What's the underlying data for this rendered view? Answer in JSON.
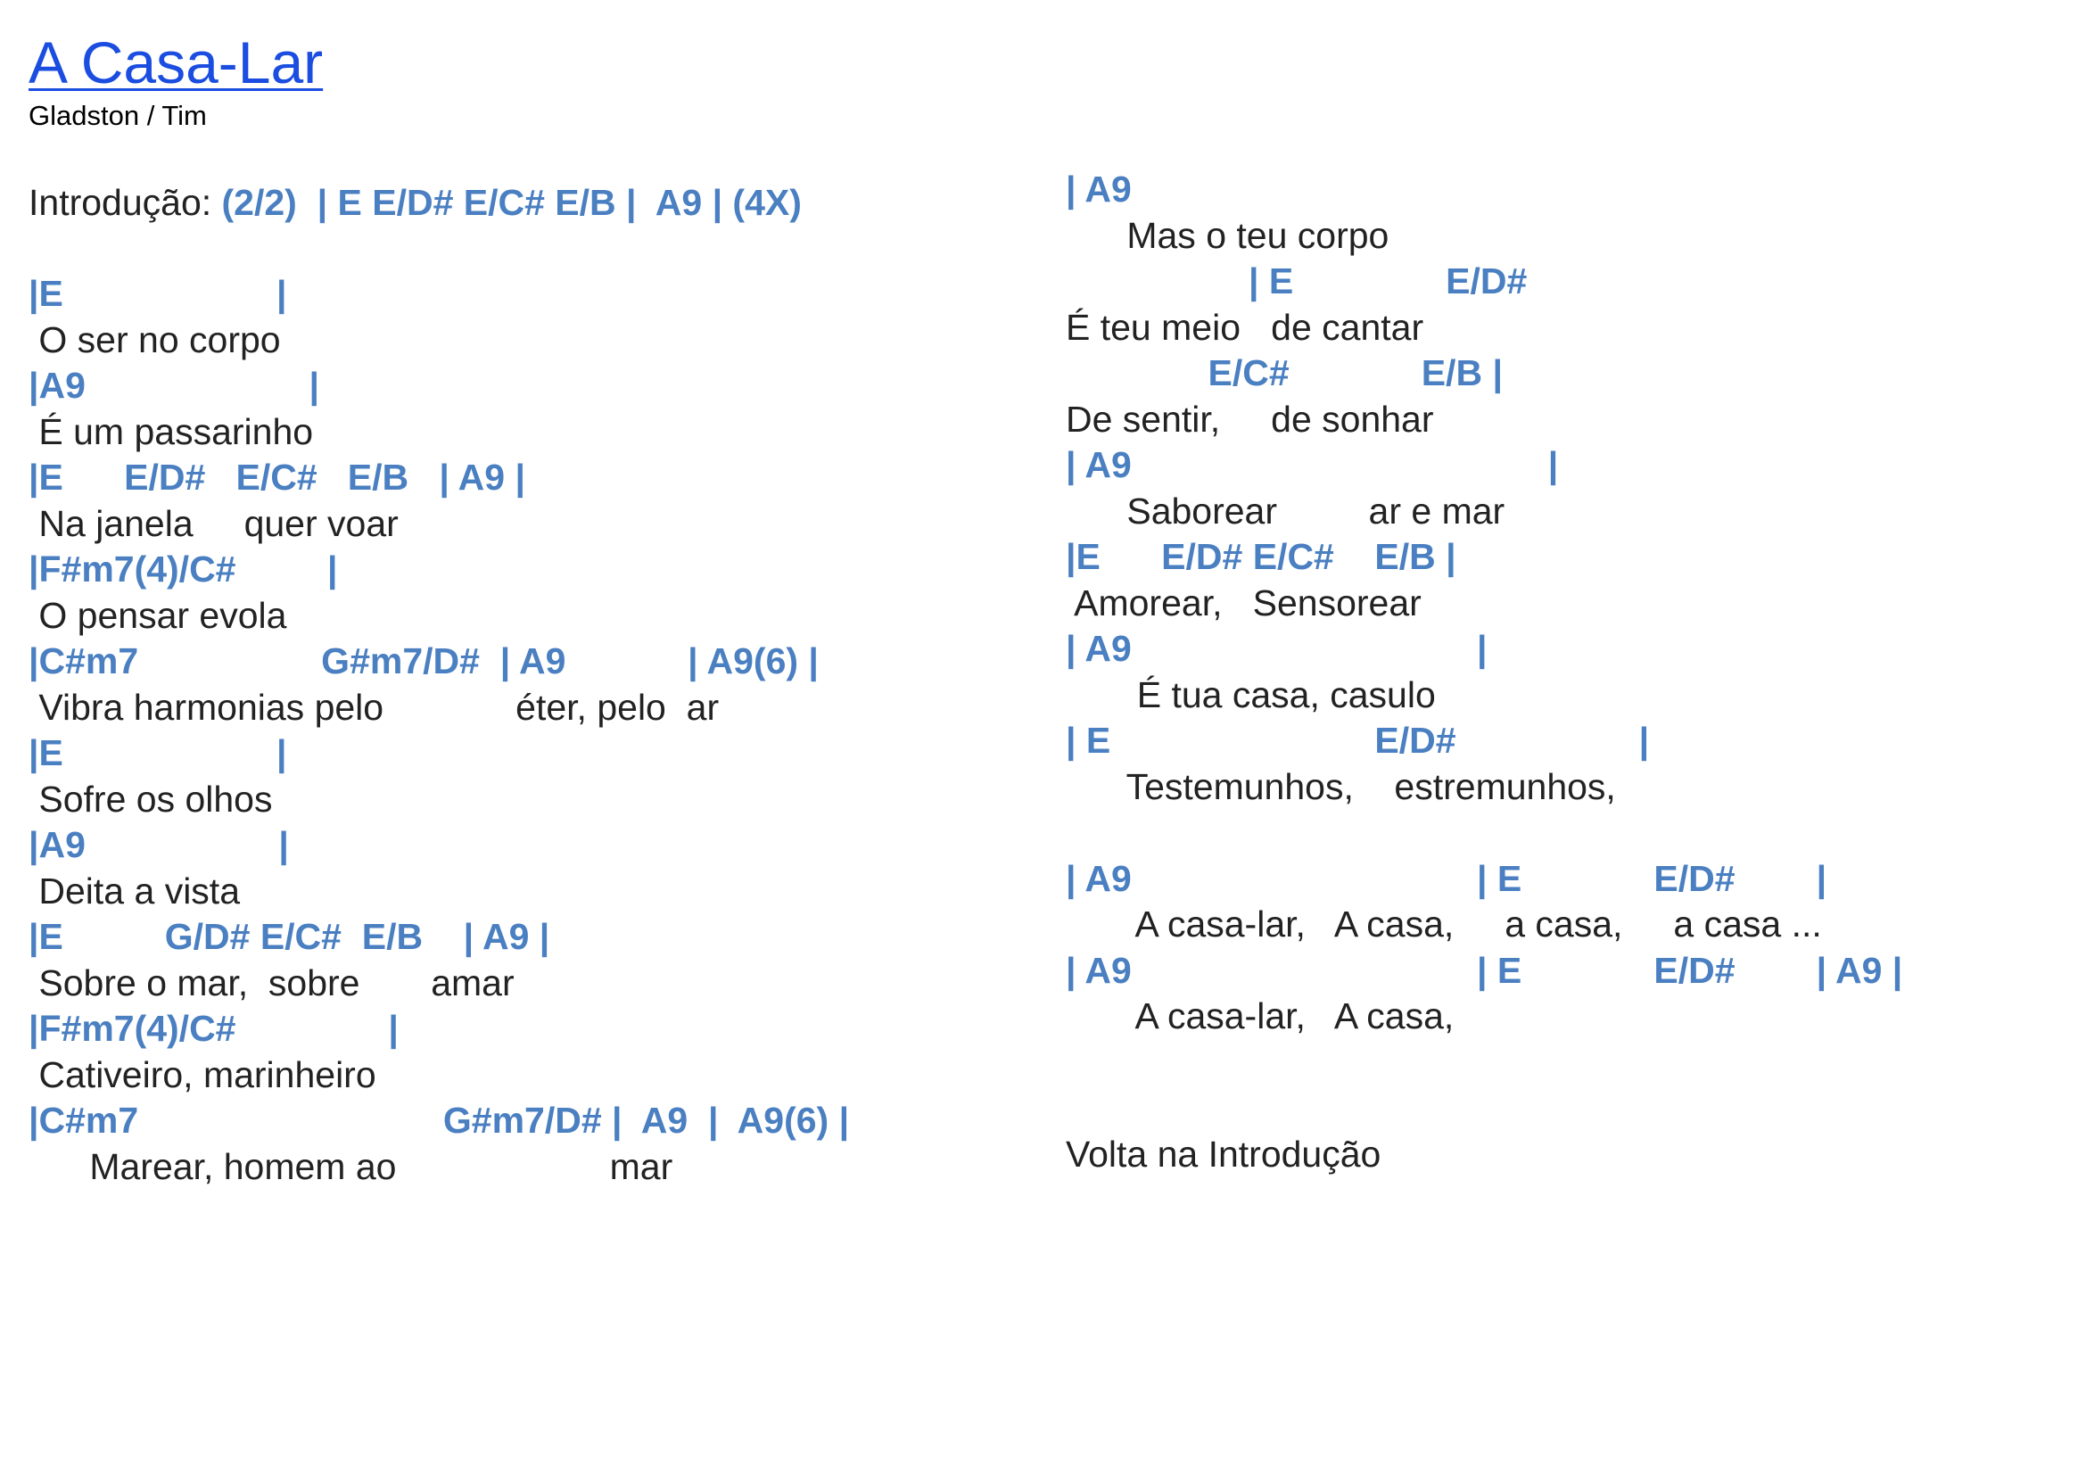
{
  "song": {
    "title": "A Casa-Lar",
    "authors": "Gladston / Tim"
  },
  "intro": {
    "label": "Introdução: ",
    "chords": "(2/2)  | E E/D# E/C# E/B |  A9 | (4X)"
  },
  "left_column": [
    {
      "type": "chord",
      "text": "|E                     |"
    },
    {
      "type": "lyric",
      "text": " O ser no corpo"
    },
    {
      "type": "chord",
      "text": "|A9                      |"
    },
    {
      "type": "lyric",
      "text": " É um passarinho"
    },
    {
      "type": "chord",
      "text": "|E      E/D#   E/C#   E/B   | A9 |"
    },
    {
      "type": "lyric",
      "text": " Na janela     quer voar"
    },
    {
      "type": "chord",
      "text": "|F#m7(4)/C#         |"
    },
    {
      "type": "lyric",
      "text": " O pensar evola"
    },
    {
      "type": "chord",
      "text": "|C#m7                  G#m7/D#  | A9            | A9(6) |"
    },
    {
      "type": "lyric",
      "text": " Vibra harmonias pelo             éter, pelo  ar"
    },
    {
      "type": "chord",
      "text": "|E                     |"
    },
    {
      "type": "lyric",
      "text": " Sofre os olhos"
    },
    {
      "type": "chord",
      "text": "|A9                   |"
    },
    {
      "type": "lyric",
      "text": " Deita a vista"
    },
    {
      "type": "chord",
      "text": "|E          G/D# E/C#  E/B    | A9 |"
    },
    {
      "type": "lyric",
      "text": " Sobre o mar,  sobre       amar"
    },
    {
      "type": "chord",
      "text": "|F#m7(4)/C#               |"
    },
    {
      "type": "lyric",
      "text": " Cativeiro, marinheiro"
    },
    {
      "type": "chord",
      "text": "|C#m7                              G#m7/D# |  A9  |  A9(6) |"
    },
    {
      "type": "lyric",
      "text": "      Marear, homem ao                     mar"
    }
  ],
  "right_column": [
    {
      "type": "chord",
      "text": "| A9"
    },
    {
      "type": "lyric",
      "text": "      Mas o teu corpo"
    },
    {
      "type": "chord",
      "text": "                  | E               E/D#"
    },
    {
      "type": "lyric",
      "text": "É teu meio   de cantar"
    },
    {
      "type": "chord",
      "text": "              E/C#             E/B |"
    },
    {
      "type": "lyric",
      "text": "De sentir,     de sonhar"
    },
    {
      "type": "chord",
      "text": "| A9                                         |"
    },
    {
      "type": "lyric",
      "text": "      Saborear         ar e mar"
    },
    {
      "type": "chord",
      "text": "|E      E/D# E/C#    E/B |"
    },
    {
      "type": "lyric",
      "text": " Amorear,   Sensorear"
    },
    {
      "type": "chord",
      "text": "| A9                                  |"
    },
    {
      "type": "lyric",
      "text": "       É tua casa, casulo"
    },
    {
      "type": "chord",
      "text": "| E                          E/D#                  |"
    },
    {
      "type": "lyric",
      "text": "      Testemunhos,    estremunhos,"
    },
    {
      "type": "blank",
      "text": ""
    },
    {
      "type": "chord",
      "text": "| A9                                  | E             E/D#        |"
    },
    {
      "type": "lyric",
      "text": "       A casa-lar,   A casa,     a casa,     a casa ..."
    },
    {
      "type": "chord",
      "text": "| A9                                  | E             E/D#        | A9 |"
    },
    {
      "type": "lyric",
      "text": "       A casa-lar,   A casa,"
    },
    {
      "type": "blank",
      "text": ""
    },
    {
      "type": "blank",
      "text": ""
    },
    {
      "type": "lyric",
      "text": "Volta na Introdução"
    }
  ]
}
